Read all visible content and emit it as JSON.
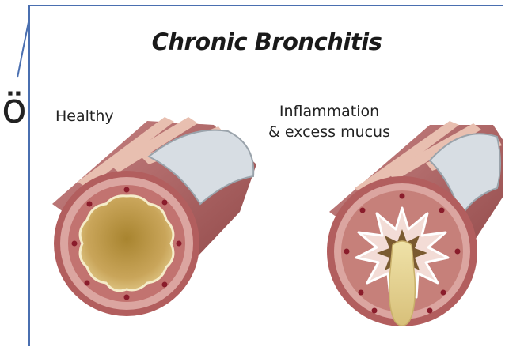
{
  "figure": {
    "stray_character": "ö",
    "title": "Chronic Bronchitis",
    "left_label": "Healthy",
    "right_label_line1": "Inflammation",
    "right_label_line2": "& excess mucus"
  },
  "colors": {
    "panel_border": "#4a6fb0",
    "airway_wall": "#b86a6a",
    "airway_stripe": "#e8bfb0",
    "cartilage": "#d7dde3",
    "lumen_healthy": "#c29a4a",
    "mucus": "#e6d79a",
    "blood_dot": "#8a1c2b"
  }
}
